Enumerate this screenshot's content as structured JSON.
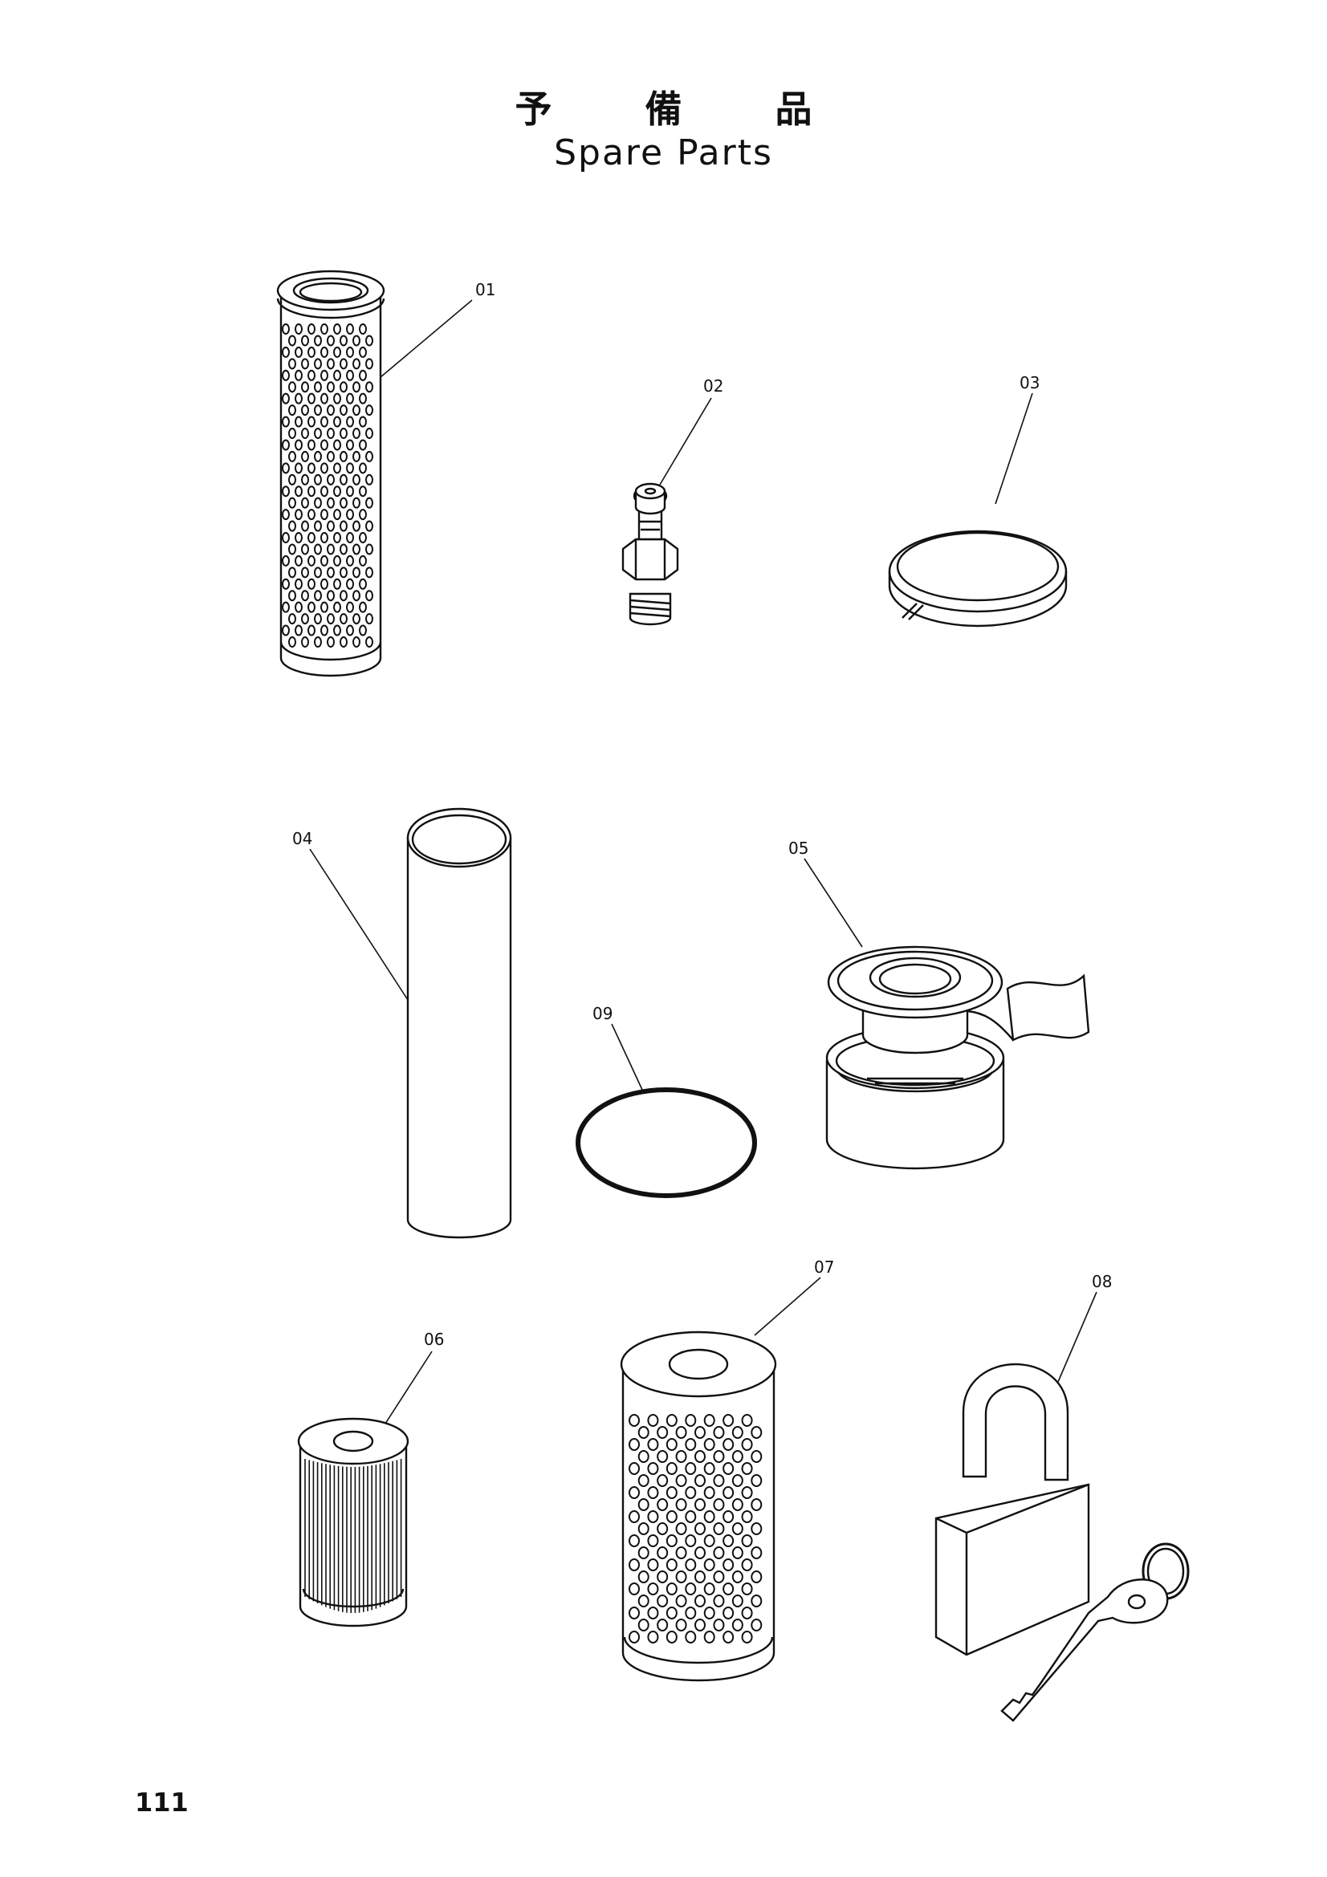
{
  "header": {
    "title_jp": "予 備 品",
    "title_en": "Spare Parts"
  },
  "callouts": [
    {
      "id": "01",
      "label": "01"
    },
    {
      "id": "02",
      "label": "02"
    },
    {
      "id": "03",
      "label": "03"
    },
    {
      "id": "04",
      "label": "04"
    },
    {
      "id": "05",
      "label": "05"
    },
    {
      "id": "06",
      "label": "06"
    },
    {
      "id": "07",
      "label": "07"
    },
    {
      "id": "08",
      "label": "08"
    },
    {
      "id": "09",
      "label": "09"
    }
  ],
  "footer": {
    "page_number": "111"
  },
  "colors": {
    "ink": "#111111",
    "paper": "#ffffff"
  }
}
